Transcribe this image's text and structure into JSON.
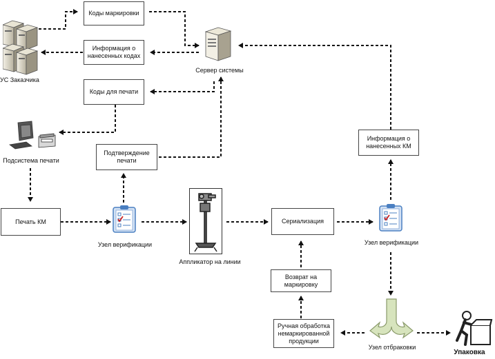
{
  "nodes": {
    "codes_marking": "Коды маркировки",
    "info_applied_codes": "Информация о нанесенных кодах",
    "codes_print": "Коды для печати",
    "print_confirm": "Подтверждение печати",
    "print_km": "Печать КМ",
    "serialization": "Сериализация",
    "info_applied_km": "Информация о нанесенных КМ",
    "return_marking": "Возврат на маркировку",
    "manual_processing": "Ручная обработка немаркированной продукции"
  },
  "labels": {
    "customer_system": "УС Заказчика",
    "system_server": "Сервер системы",
    "print_subsystem": "Подсистема печати",
    "verify_node_1": "Узел верификации",
    "applicator": "Аппликатор на линии",
    "verify_node_2": "Узел верификации",
    "reject_node": "Узел отбраковки",
    "packing": "Упаковка"
  },
  "icons": {
    "customer_servers": "server-rack-icon",
    "server": "server-icon",
    "printer": "computer-printer-icon",
    "clipboard": "checklist-clipboard-icon",
    "applicator": "applicator-stand-icon",
    "split": "split-arrow-icon",
    "worker": "worker-box-icon"
  },
  "colors": {
    "arrow": "#111111",
    "box_border": "#444444",
    "split_fill": "#d7e4bd",
    "split_stroke": "#8a9a6a",
    "clipboard_blue": "#4a7fc1",
    "checkmark_red": "#cc2222"
  }
}
